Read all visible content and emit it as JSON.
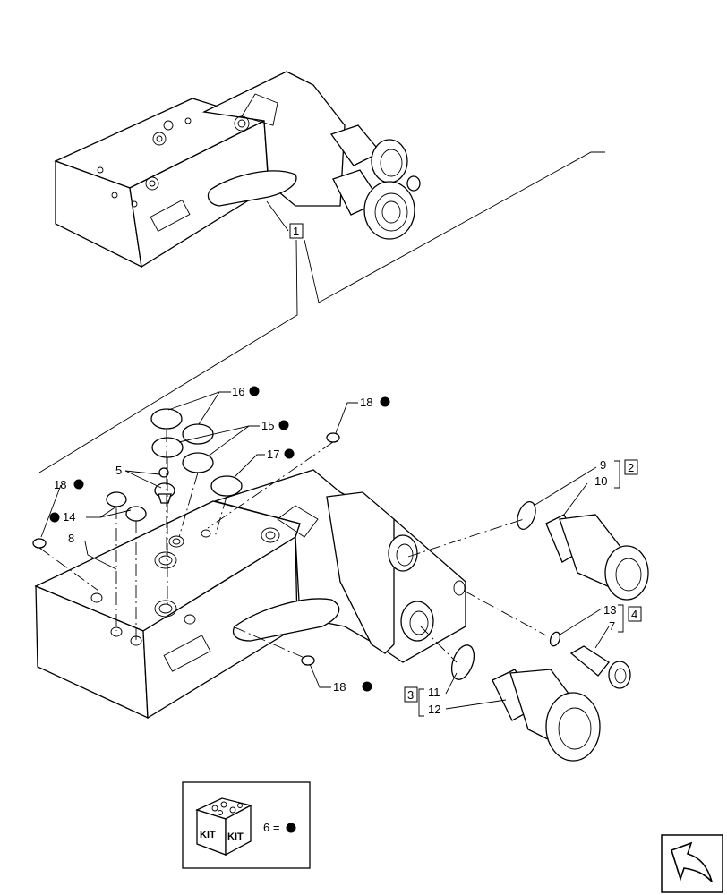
{
  "callouts": {
    "c1": "1",
    "c2": "2",
    "c3": "3",
    "c4": "4",
    "c5": "5",
    "c7": "7",
    "c8": "8",
    "c9": "9",
    "c10": "10",
    "c11": "11",
    "c12": "12",
    "c13": "13",
    "c14": "14",
    "c15": "15",
    "c16": "16",
    "c17": "17",
    "c18a": "18",
    "c18b": "18",
    "c18c": "18"
  },
  "kit": {
    "label_left": "KIT",
    "label_right": "KIT",
    "legend": "6 ="
  },
  "colors": {
    "ink": "#000000",
    "paper": "#ffffff"
  }
}
